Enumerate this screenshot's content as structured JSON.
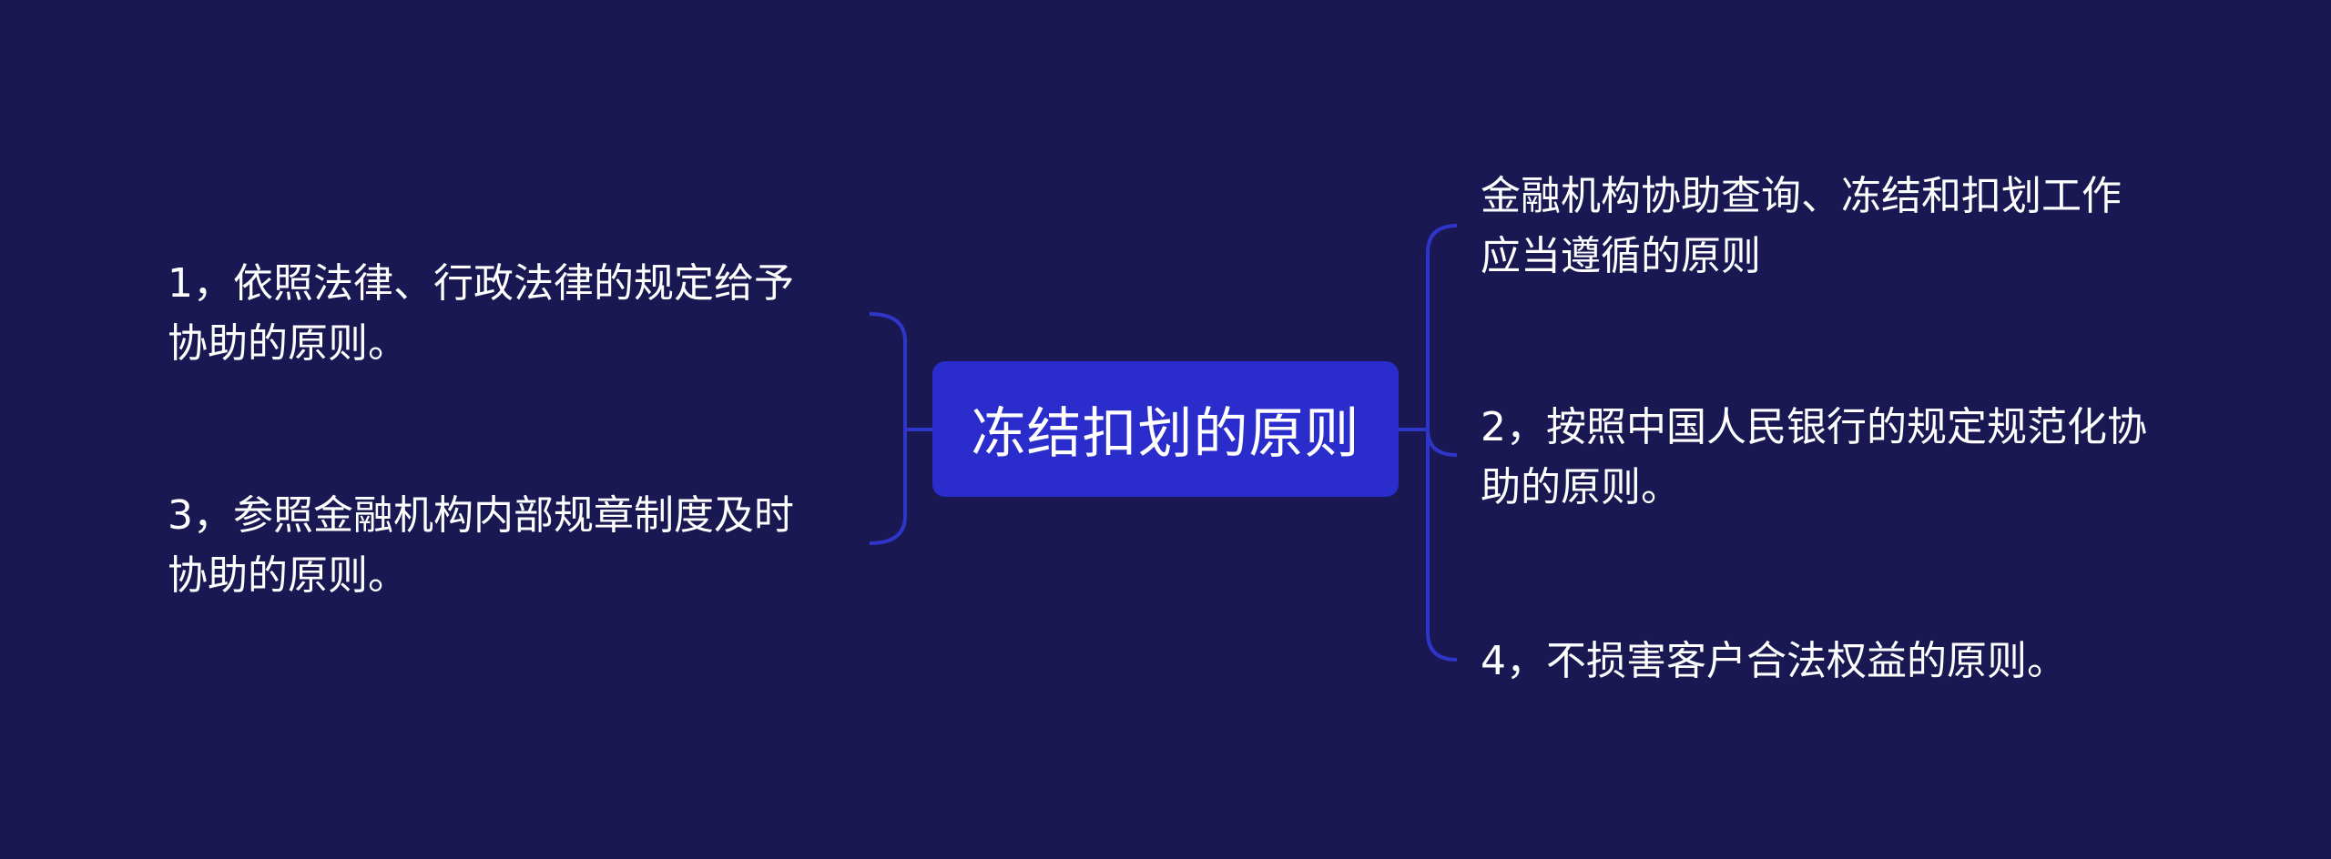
{
  "center": {
    "label": "冻结扣划的原则"
  },
  "left_topics": [
    "1，依照法律、行政法律的规定给予协助的原则。",
    "3，参照金融机构内部规章制度及时协助的原则。"
  ],
  "right_topics": [
    "金融机构协助查询、冻结和扣划工作应当遵循的原则",
    "2，按照中国人民银行的规定规范化协助的原则。",
    "4，不损害客户合法权益的原则。"
  ],
  "colors": {
    "background": "#191852",
    "center_fill": "#2a2ccb",
    "connector": "#2e35c9",
    "text": "#ffffff"
  }
}
